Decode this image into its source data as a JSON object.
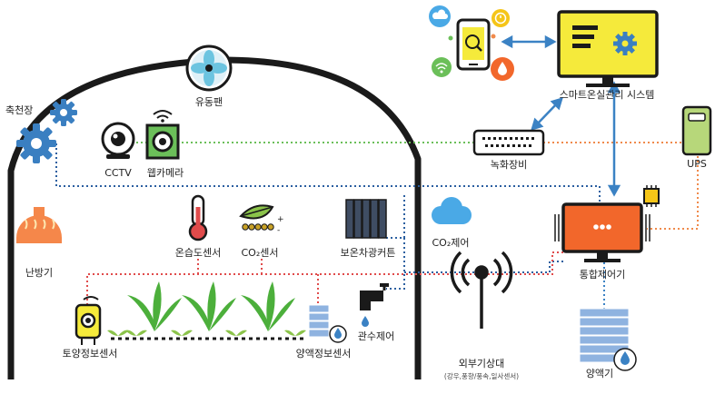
{
  "labels": {
    "ventilation": "축천장",
    "fan": "유동팬",
    "cctv": "CCTV",
    "webcam": "웹카메라",
    "heater": "난방기",
    "temp_humidity_sensor": "온습도센서",
    "co2_sensor": "CO₂센서",
    "thermal_curtain": "보온차광커튼",
    "co2_control": "CO₂제어",
    "soil_sensor": "토양정보센서",
    "nutrient_sensor": "양액정보센서",
    "irrigation_control": "관수제어",
    "weather_station": "외부기상대",
    "weather_station_sub": "(강우,풍향/풍속,일사센서)",
    "smart_system": "스마트온실관리 시스템",
    "network_device": "녹화장비",
    "ups": "UPS",
    "integrated_controller": "통합제어기",
    "nutrient_supply": "양액기"
  },
  "colors": {
    "greenhouse_outline": "#1a1a1a",
    "gear_blue": "#3a7fc1",
    "link_blue": "#3b82c4",
    "dot_green": "#6bbf59",
    "dot_orange": "#f08a4b",
    "dot_red": "#e04b4b",
    "dot_navy": "#2b5fa0",
    "monitor_yellow": "#f5ea3b",
    "controller_orange": "#f2672b",
    "heater_orange": "#f5874a",
    "plant_green": "#4caf3b",
    "liquid_blue": "#8fb3e0"
  }
}
